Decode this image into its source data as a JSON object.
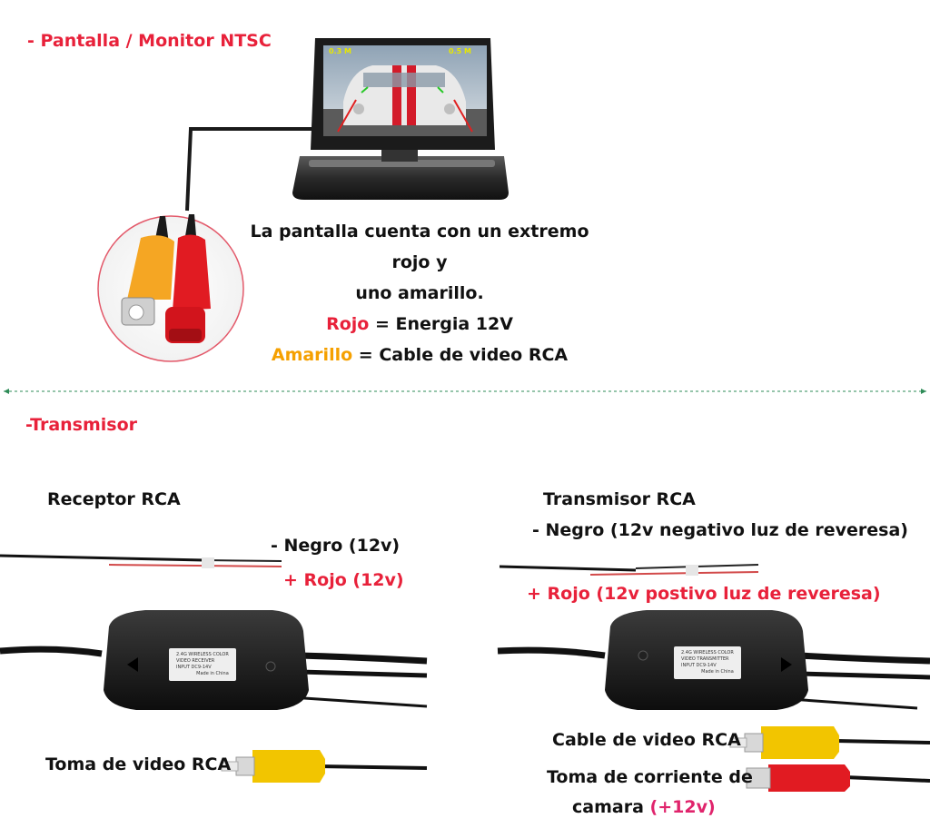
{
  "monitor": {
    "title": "- Pantalla / Monitor NTSC",
    "screen_dist_left": "0.3 M",
    "screen_dist_right": "0.5 M",
    "description_line1": "La pantalla cuenta con un extremo rojo y",
    "description_line2": "uno amarillo.",
    "red_word": "Rojo",
    "red_meaning": "= Energia 12V",
    "yellow_word": "Amarillo",
    "yellow_meaning": "= Cable de video RCA"
  },
  "transmitter_section": {
    "title": "-Transmisor"
  },
  "receiver": {
    "title": "Receptor RCA",
    "black_wire": "- Negro  (12v)",
    "red_wire": "+ Rojo (12v)",
    "video_jack": "Toma de video RCA",
    "label_text": [
      "2.4G WIRELESS COLOR",
      "VIDEO RECEIVER",
      "INPUT DC9-14V",
      "Made in China"
    ]
  },
  "transmitter": {
    "title": "Transmisor RCA",
    "black_wire": "- Negro (12v negativo luz de reveresa)",
    "red_wire": "+ Rojo (12v postivo luz de reveresa)",
    "video_cable": "Cable de video RCA",
    "power_jack_line1": "Toma de corriente de",
    "power_jack_line2": "camara",
    "power_jack_voltage": "(+12v)",
    "label_text": [
      "2.4G WIRELESS COLOR",
      "VIDEO TRANSMITTER",
      "INPUT DC9-14V",
      "Made in China"
    ]
  },
  "colors": {
    "title_red": "#e8213a",
    "amarillo": "#f5a000",
    "divider_green": "#2e8b57",
    "rca_yellow": "#f2c500",
    "rca_red": "#e11b22"
  }
}
